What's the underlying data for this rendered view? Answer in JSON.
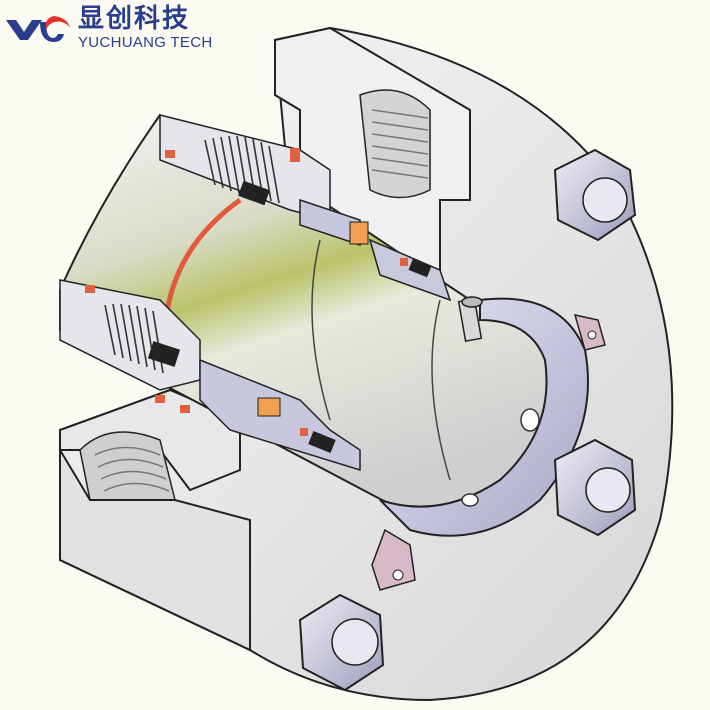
{
  "brand": {
    "name_cn": "显创科技",
    "name_en": "YUCHUANG TECH",
    "logo_letters": "YUC",
    "color": "#2a3d8f"
  },
  "palette": {
    "housing": "#ededed",
    "housing_shade": "#c9c9c9",
    "sleeve_shine": "#c6cf7c",
    "bellows": "#3a3a3a",
    "gland": "#c7c7dd",
    "seal_accent": "#e06040",
    "orange_insert": "#f0a050",
    "bracket": "#d8b9c7"
  },
  "icons": [
    "hex-nut-icon",
    "set-screw-icon",
    "logo-mark-icon"
  ]
}
